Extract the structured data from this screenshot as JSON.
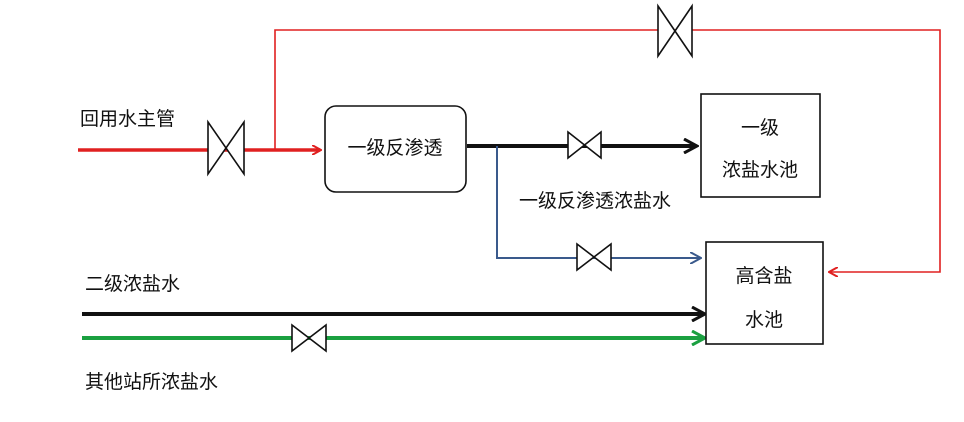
{
  "labels": {
    "main_pipe": "回用水主管",
    "ro_concentrate": "一级反渗透浓盐水",
    "second_stage": "二级浓盐水",
    "other_station": "其他站所浓盐水"
  },
  "boxes": {
    "ro": {
      "text": "一级反渗透"
    },
    "tank1": {
      "line1": "一级",
      "line2": "浓盐水池"
    },
    "tank2": {
      "line1": "高含盐",
      "line2": "水池"
    }
  },
  "colors": {
    "red": "#e02020",
    "black": "#111111",
    "blue": "#3a5a8c",
    "green": "#1aa040"
  }
}
